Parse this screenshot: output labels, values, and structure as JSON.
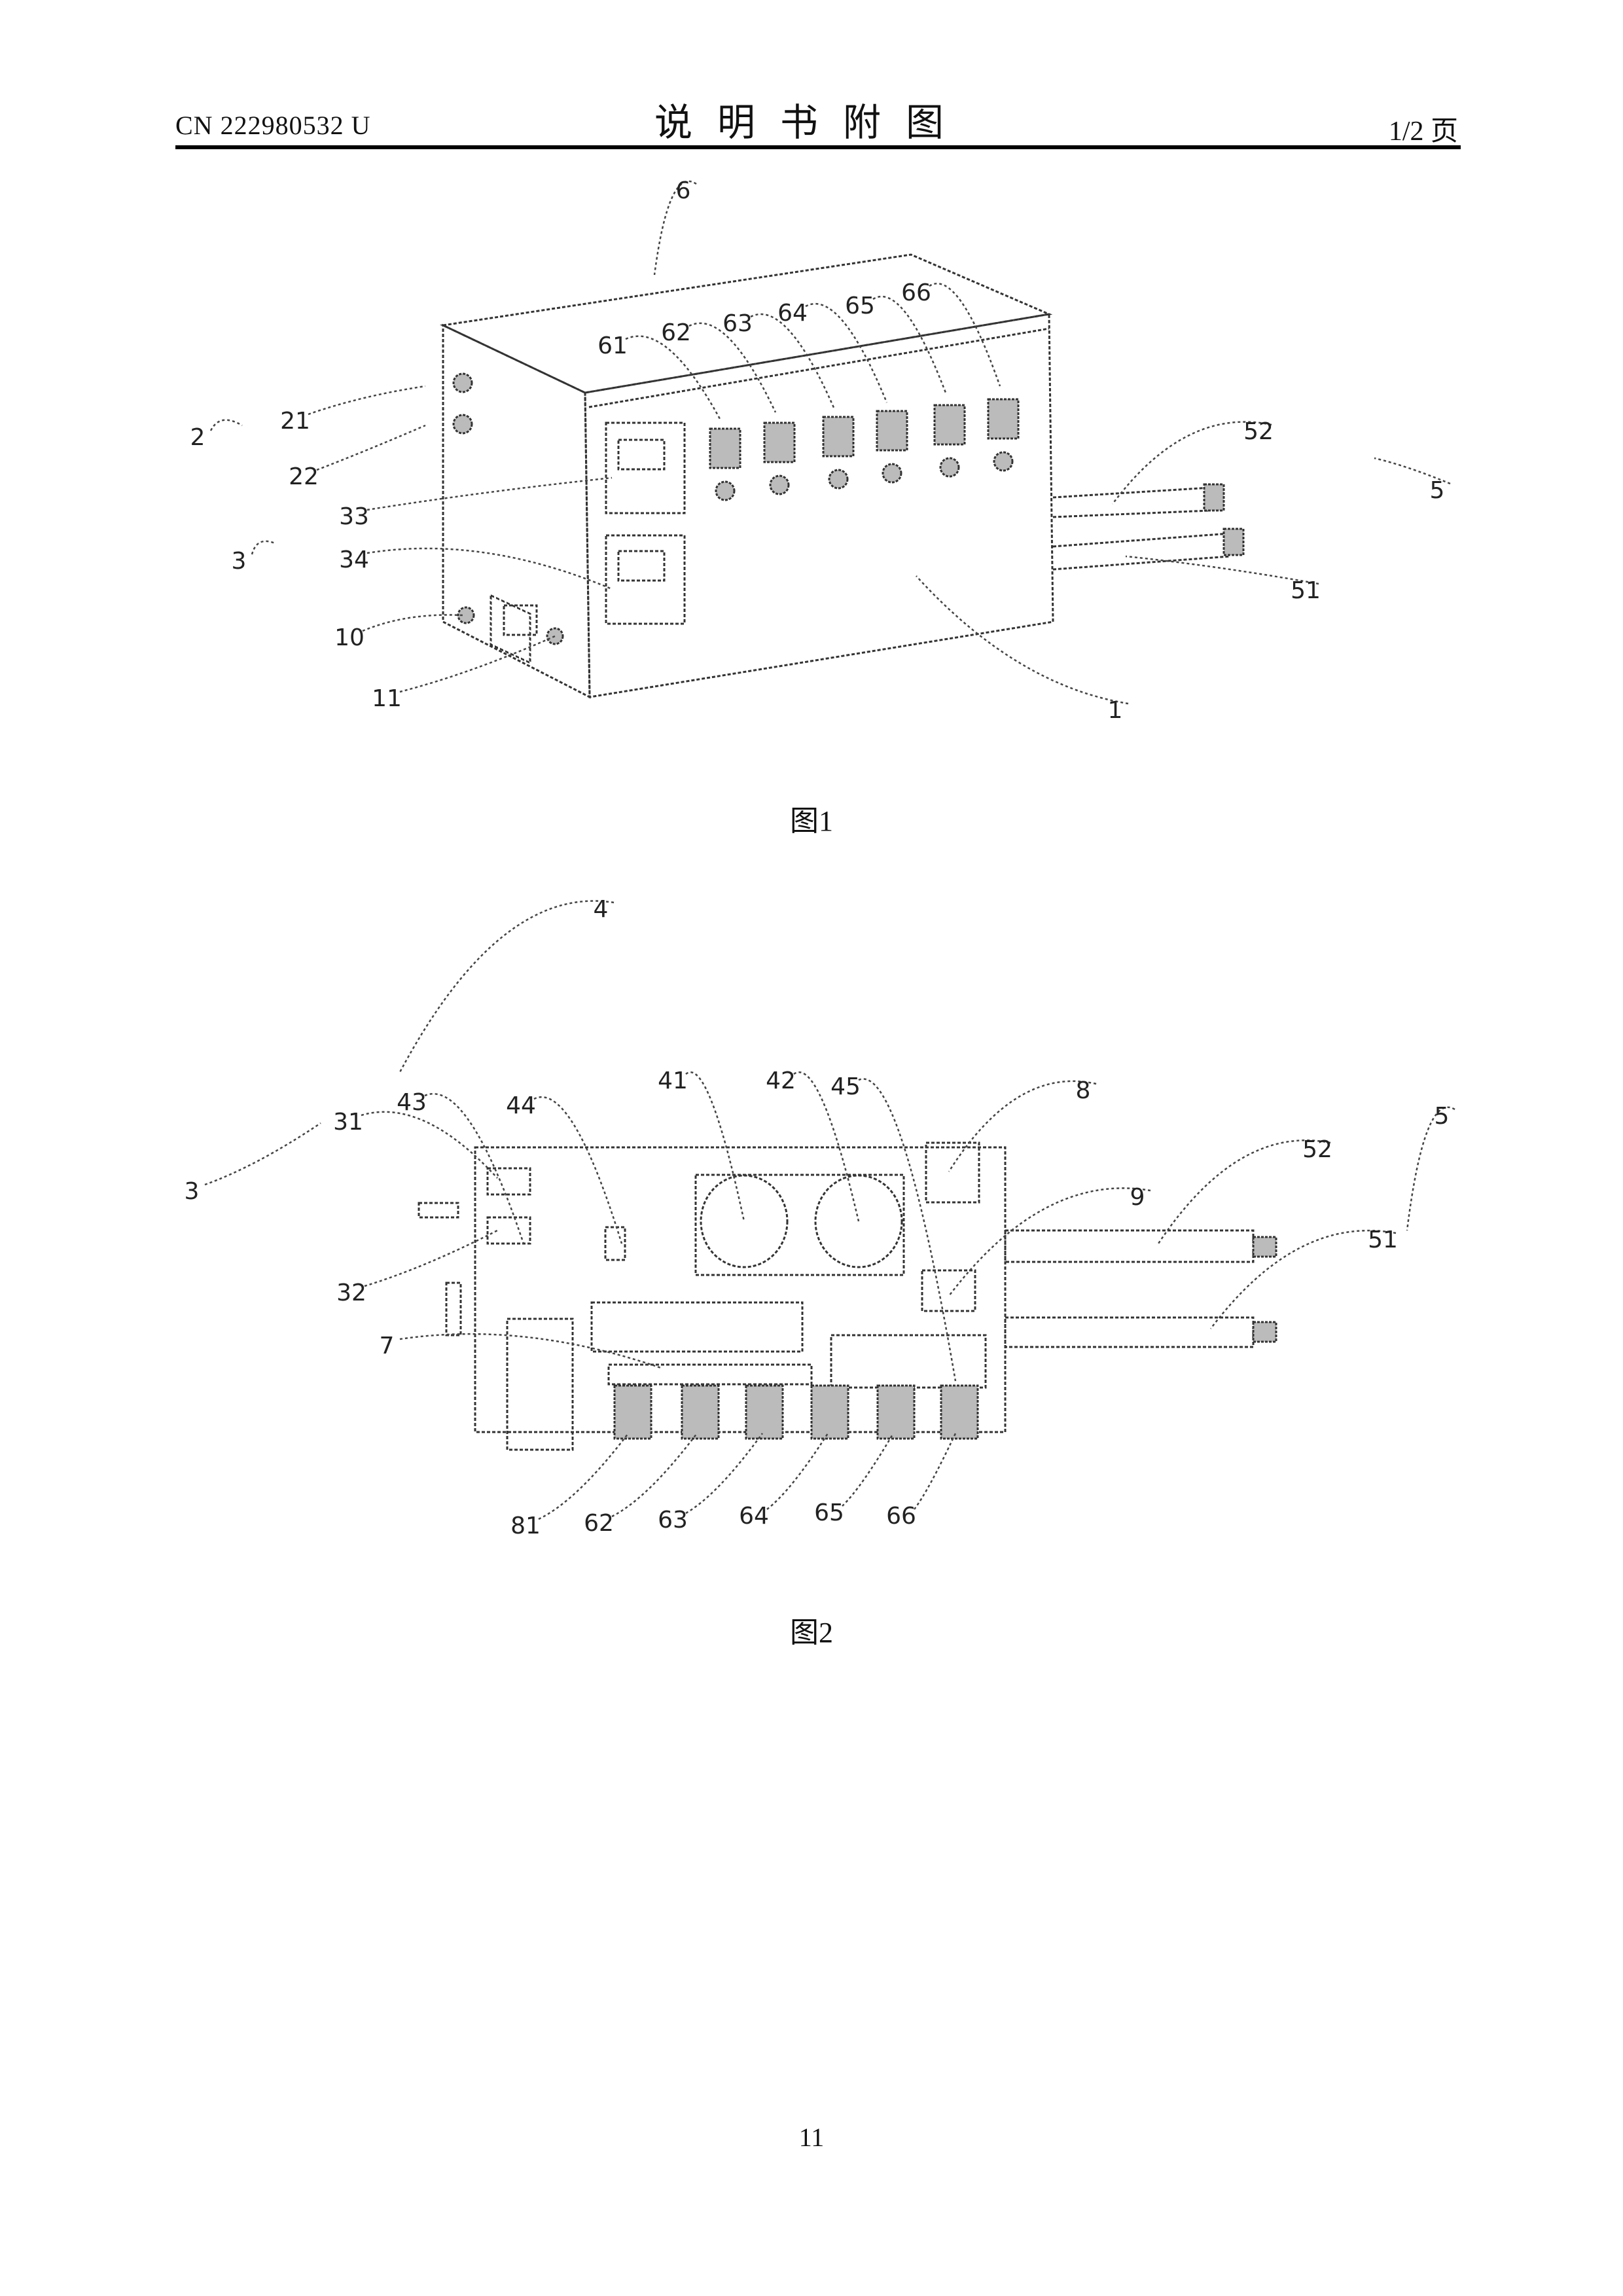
{
  "header": {
    "doc_number": "CN 222980532 U",
    "title": "说明书附图",
    "page_of": "1/2 页"
  },
  "figure1": {
    "caption": "图1",
    "labels": [
      "6",
      "61",
      "62",
      "63",
      "64",
      "65",
      "66",
      "2",
      "21",
      "22",
      "3",
      "33",
      "34",
      "10",
      "11",
      "52",
      "5",
      "51",
      "1"
    ]
  },
  "figure2": {
    "caption": "图2",
    "labels": [
      "4",
      "43",
      "44",
      "41",
      "42",
      "45",
      "8",
      "9",
      "31",
      "3",
      "32",
      "7",
      "52",
      "5",
      "51",
      "81",
      "62",
      "63",
      "64",
      "65",
      "66"
    ]
  },
  "footer": {
    "page_number": "11"
  }
}
